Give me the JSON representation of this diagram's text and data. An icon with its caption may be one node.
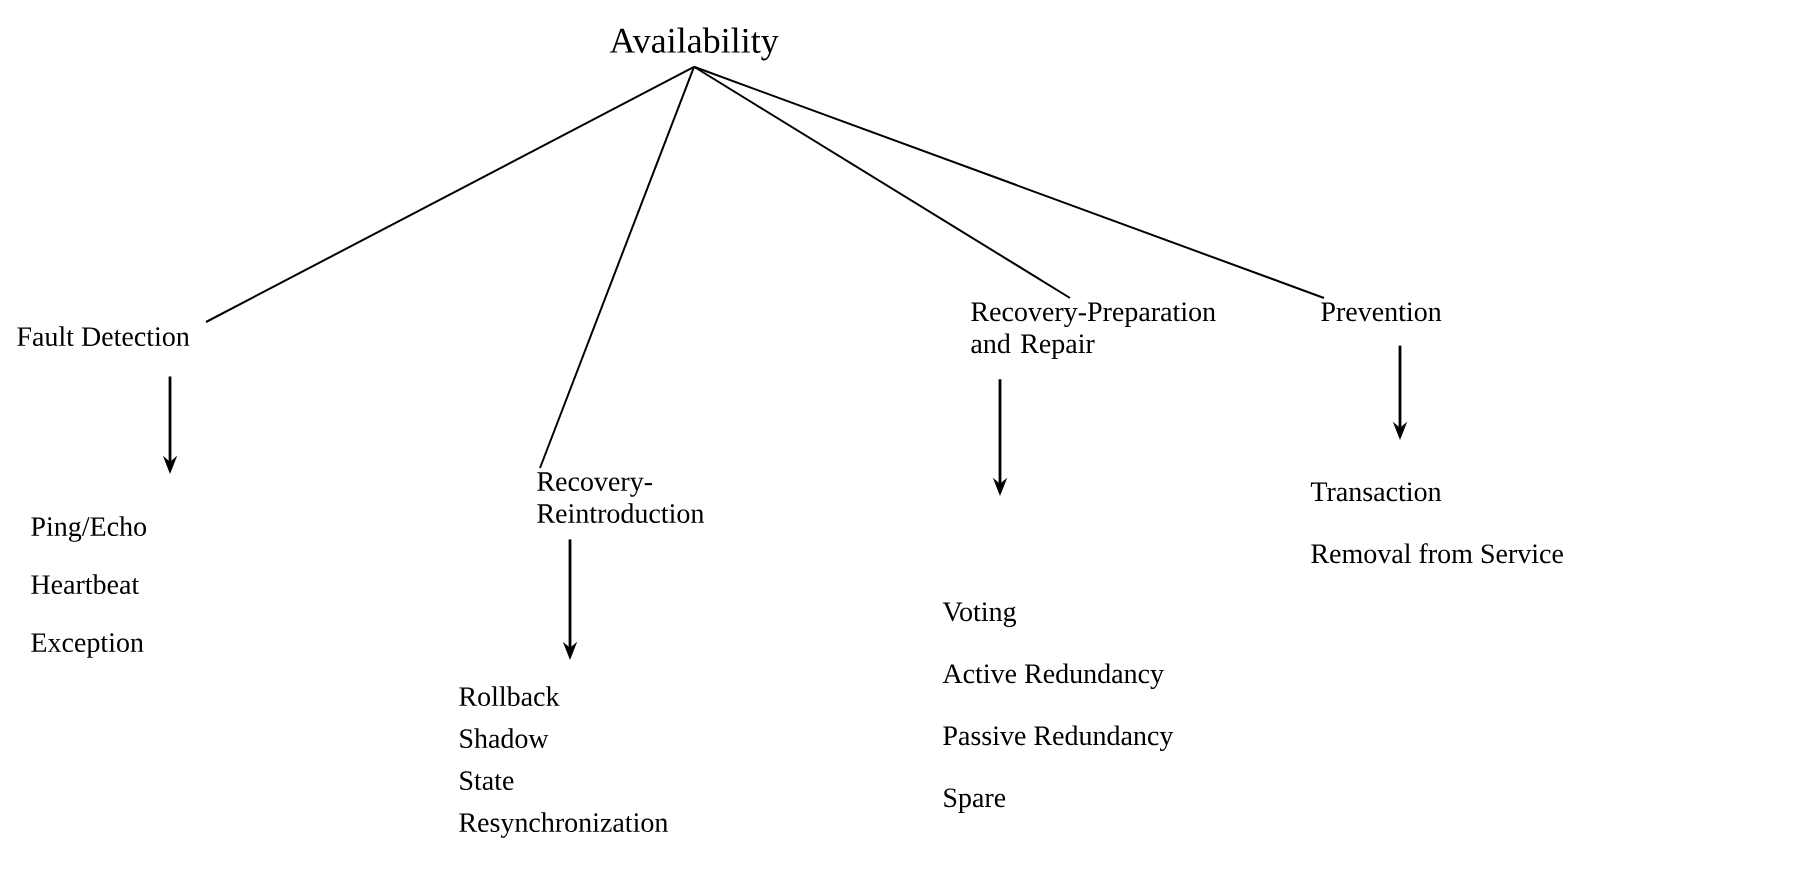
{
  "diagram": {
    "nodes": [
      {
        "text": [
          "Availability"
        ]
      },
      {
        "text": [
          "Fault Detection"
        ]
      },
      {
        "text": [
          "Recovery- Reintroduction"
        ]
      },
      {
        "text": [
          "Recovery-Preparation and Repair"
        ]
      },
      {
        "text": [
          "Prevention"
        ]
      },
      {
        "text": [
          "Ping/Echo",
          "Heartbeat",
          "Exception"
        ]
      },
      {
        "text": [
          "Rollback",
          "Shadow",
          "State",
          "Resynchronization"
        ]
      },
      {
        "text": [
          "Voting",
          "Active Redundancy",
          "Passive Redundancy",
          "Spare"
        ]
      },
      {
        "text": [
          "Transaction",
          "Removal from Service"
        ]
      }
    ],
    "edges": [
      {
        "from": 0,
        "to": 1,
        "arrow": "none"
      },
      {
        "from": 0,
        "to": 2,
        "arrow": "none"
      },
      {
        "from": 0,
        "to": 3,
        "arrow": "none"
      },
      {
        "from": 0,
        "to": 4,
        "arrow": "none"
      },
      {
        "from": 1,
        "to": 5,
        "arrow": "to"
      },
      {
        "from": 2,
        "to": 6,
        "arrow": "to"
      },
      {
        "from": 3,
        "to": 7,
        "arrow": "to"
      },
      {
        "from": 4,
        "to": 8,
        "arrow": "to"
      }
    ]
  }
}
